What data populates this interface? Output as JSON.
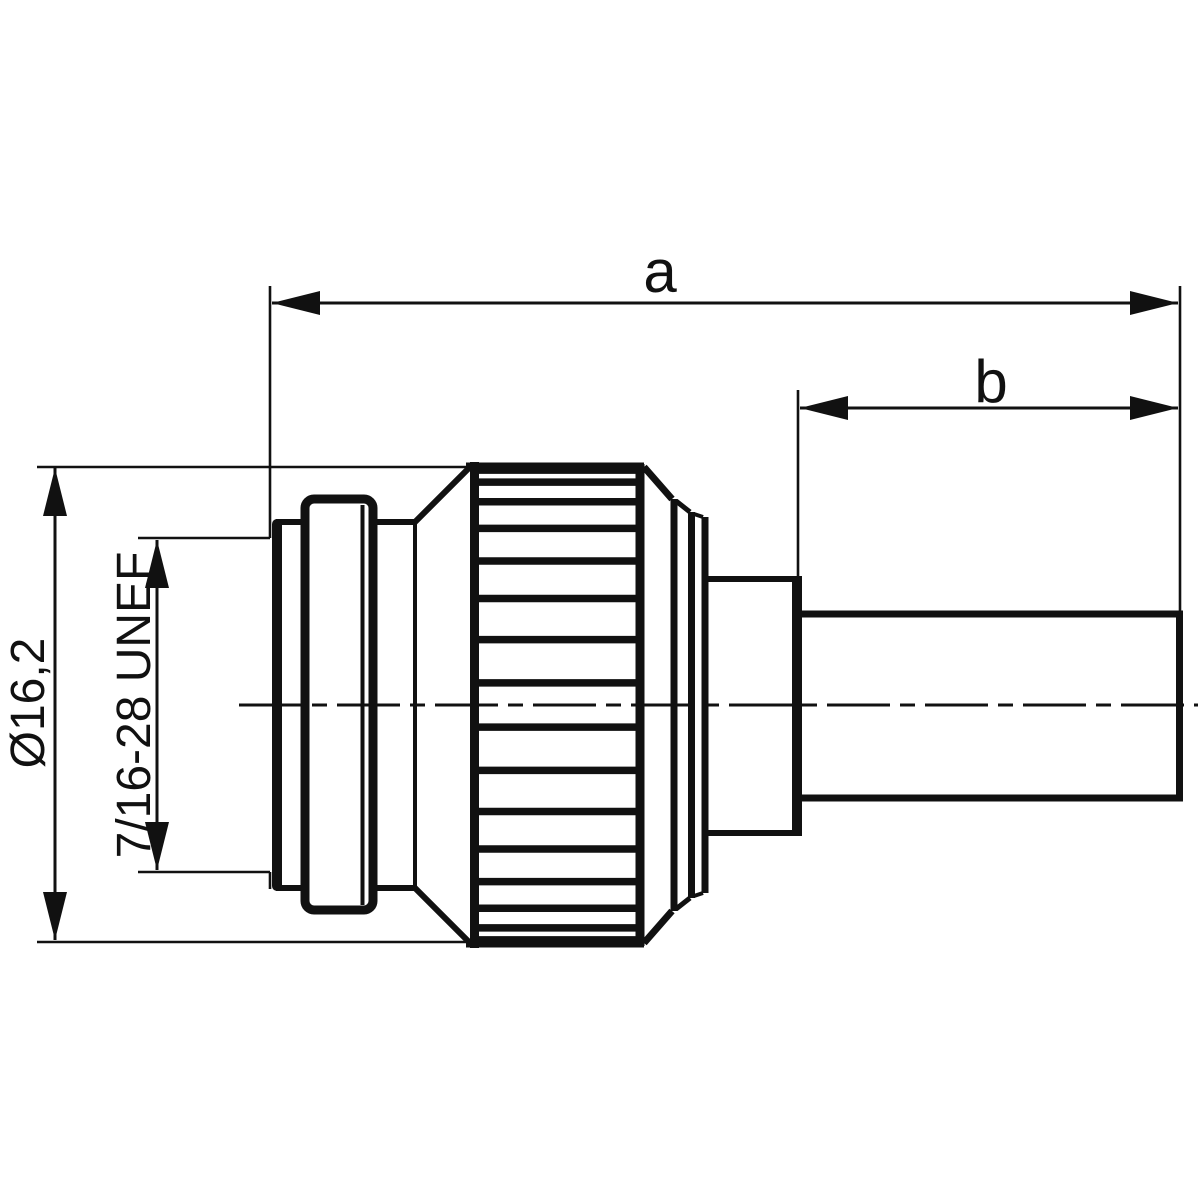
{
  "labels": {
    "dim_a": "a",
    "dim_b": "b",
    "diameter": "Ø16,2",
    "thread": "7/16-28 UNEF"
  },
  "colors": {
    "ink": "#111111",
    "background": "#ffffff"
  },
  "knurl": {
    "divisions": 17
  }
}
